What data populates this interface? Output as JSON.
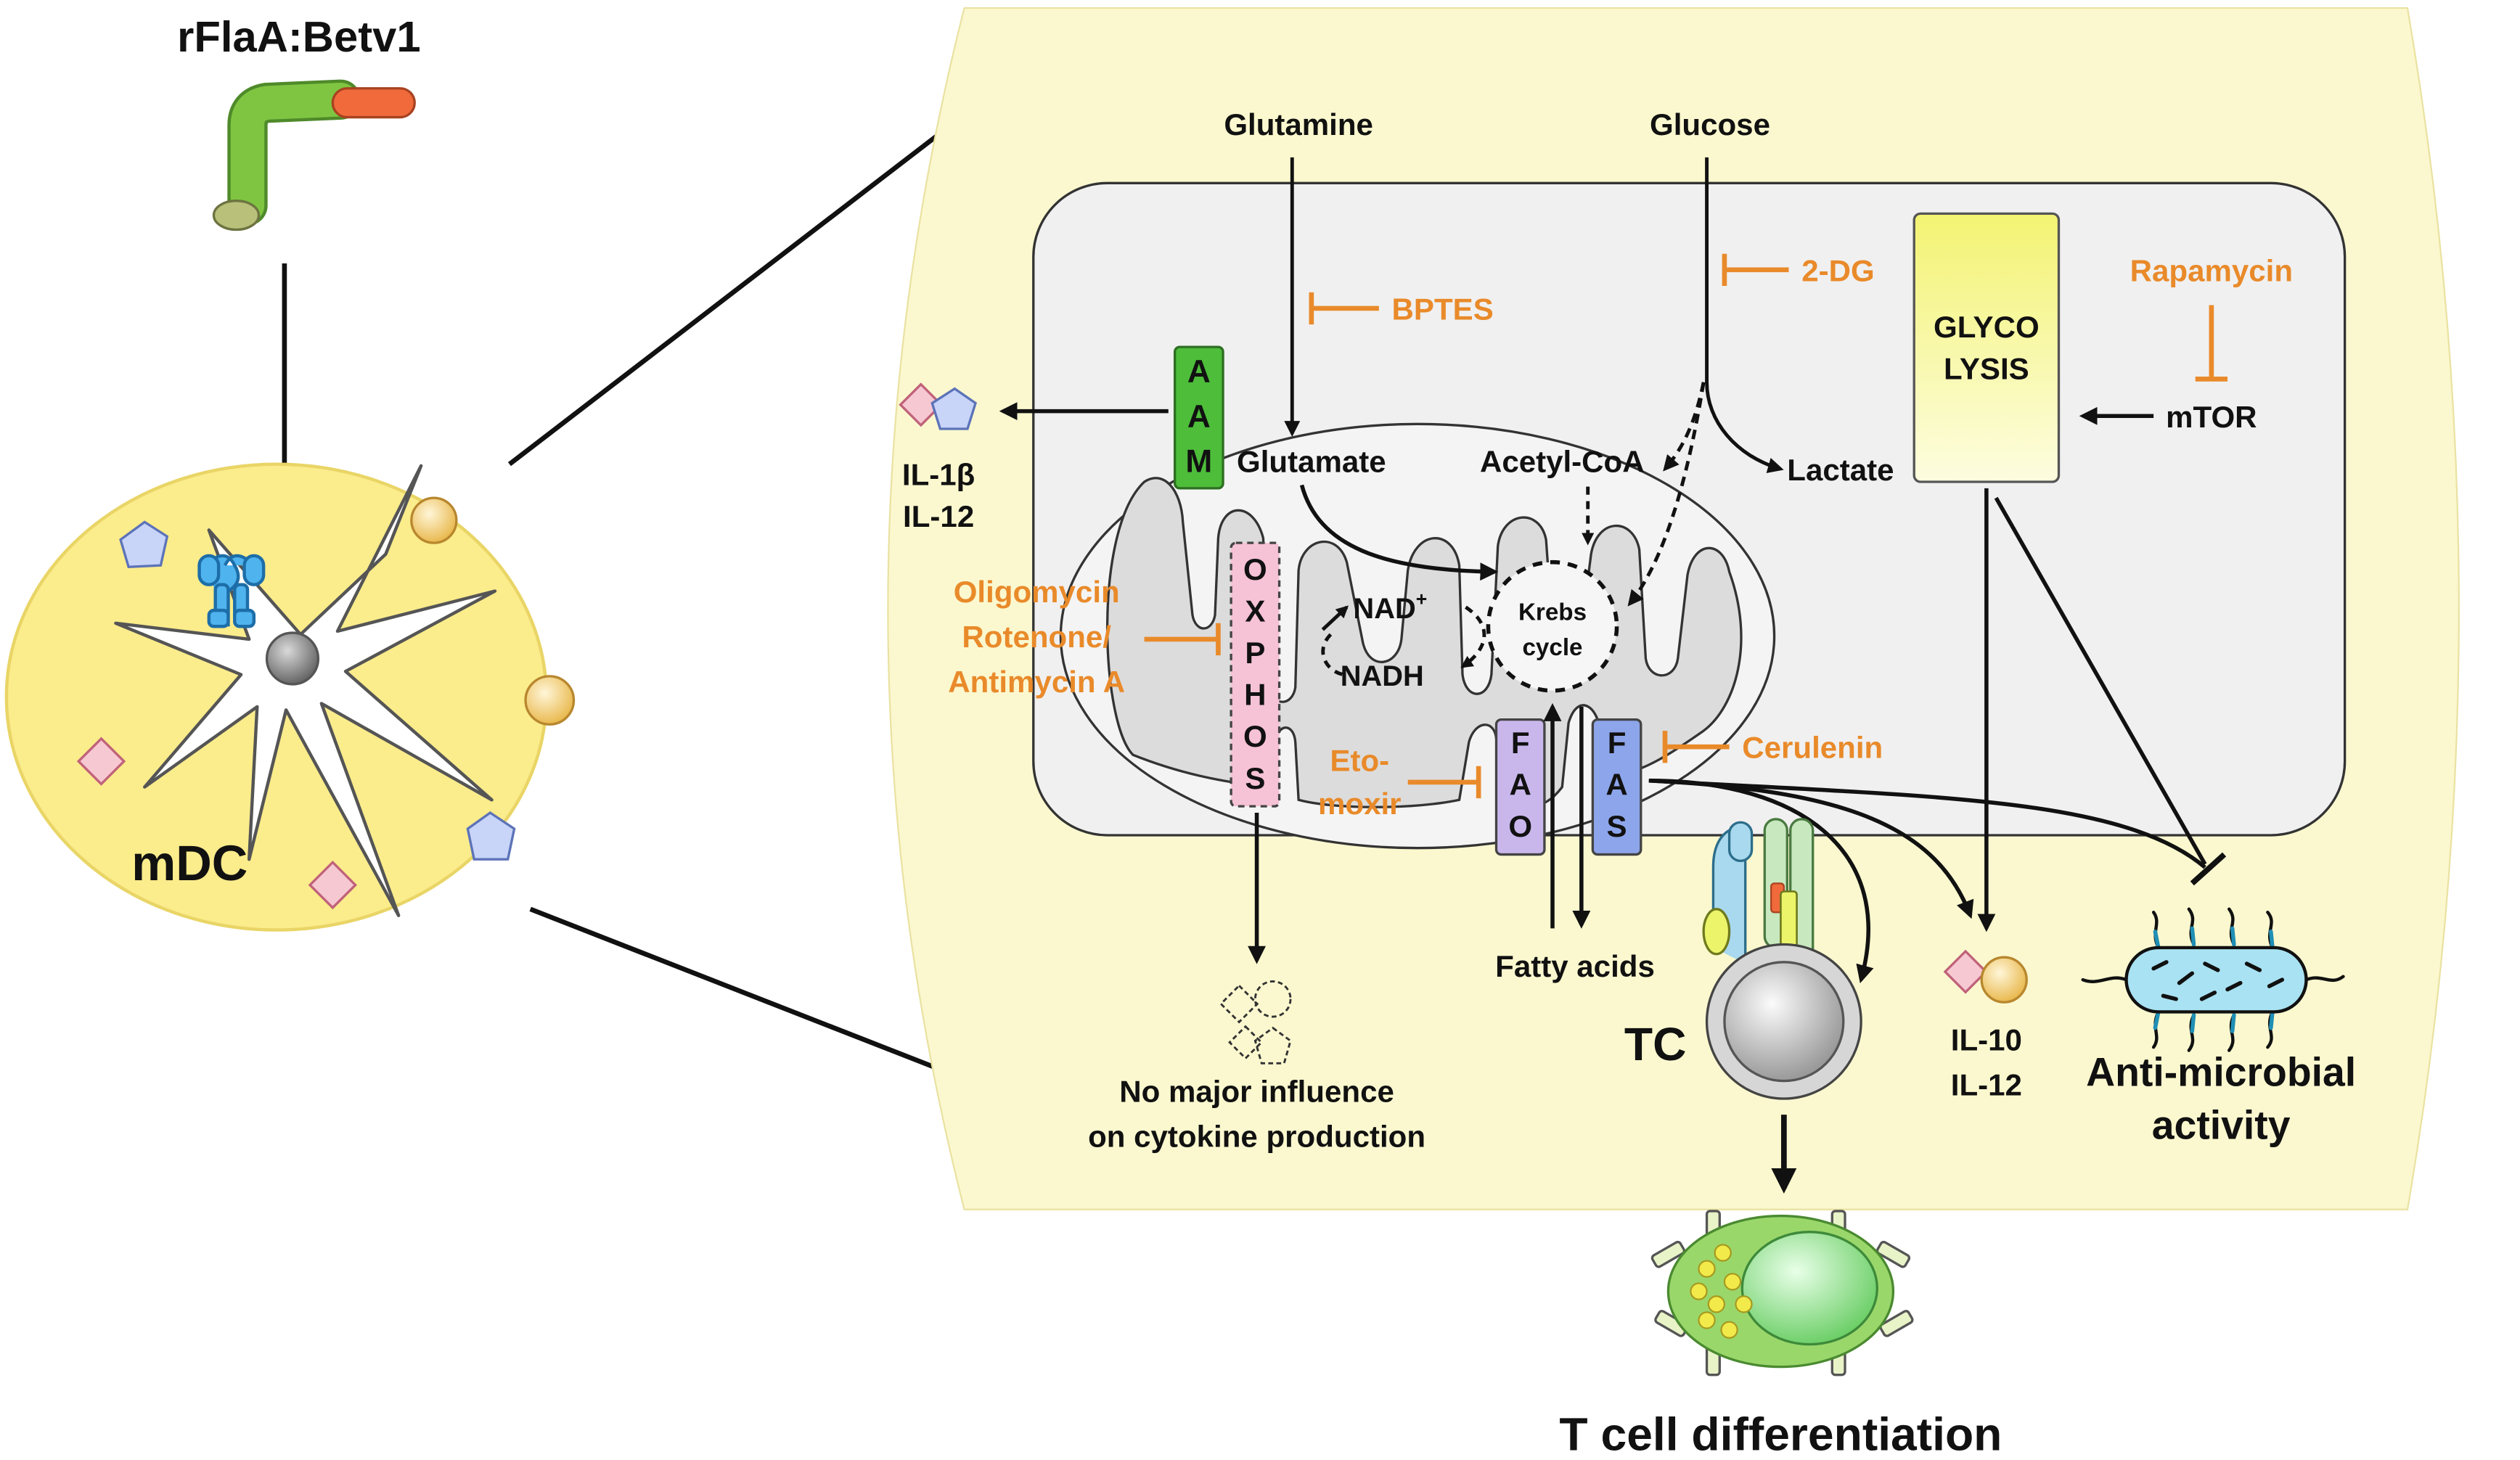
{
  "colors": {
    "inhibitor": "#e98a2a",
    "panel_fill": "#fbf8cf",
    "cell_fill": "#f0f0f0",
    "mito_fill": "#dcdcdc",
    "aam_box": "#4dbd3a",
    "oxphos_box": "#f6c2d5",
    "fao_box": "#c9b7ec",
    "fas_box": "#8da5ea",
    "glycolysis_box": "#f2f27a",
    "tcell_body": "#9ad76b"
  },
  "left": {
    "stimulus_label": "rFlaA:Betv1",
    "cell_label": "mDC"
  },
  "metabolites": {
    "glutamine": "Glutamine",
    "glucose": "Glucose",
    "glutamate": "Glutamate",
    "acetyl_coa": "Acetyl-CoA",
    "lactate": "Lactate",
    "mtor": "mTOR",
    "nad": "NAD",
    "nad_sup": "+",
    "nadh": "NADH",
    "krebs_line1": "Krebs",
    "krebs_line2": "cycle",
    "fatty_acids": "Fatty acids"
  },
  "inhibitors": {
    "bptes": "BPTES",
    "two_dg": "2-DG",
    "rapamycin": "Rapamycin",
    "oligomycin_line1": "Oligomycin",
    "oligomycin_line2": "Rotenone/",
    "oligomycin_line3": "Antimycin A",
    "etomoxir_line1": "Eto-",
    "etomoxir_line2": "moxir",
    "cerulenin": "Cerulenin"
  },
  "pathways": {
    "aam": [
      "A",
      "A",
      "M"
    ],
    "oxphos": [
      "O",
      "X",
      "P",
      "H",
      "O",
      "S"
    ],
    "fao": [
      "F",
      "A",
      "O"
    ],
    "fas": [
      "F",
      "A",
      "S"
    ],
    "glycolysis_line1": "GLYCO",
    "glycolysis_line2": "LYSIS"
  },
  "outputs": {
    "il1b": "IL-1β",
    "il12_top": "IL-12",
    "no_influence_line1": "No major influence",
    "no_influence_line2": "on cytokine production",
    "tc": "TC",
    "il10": "IL-10",
    "il12_bottom": "IL-12",
    "antimicrobial_line1": "Anti-microbial",
    "antimicrobial_line2": "activity",
    "t_cell_differentiation": "T cell differentiation"
  }
}
